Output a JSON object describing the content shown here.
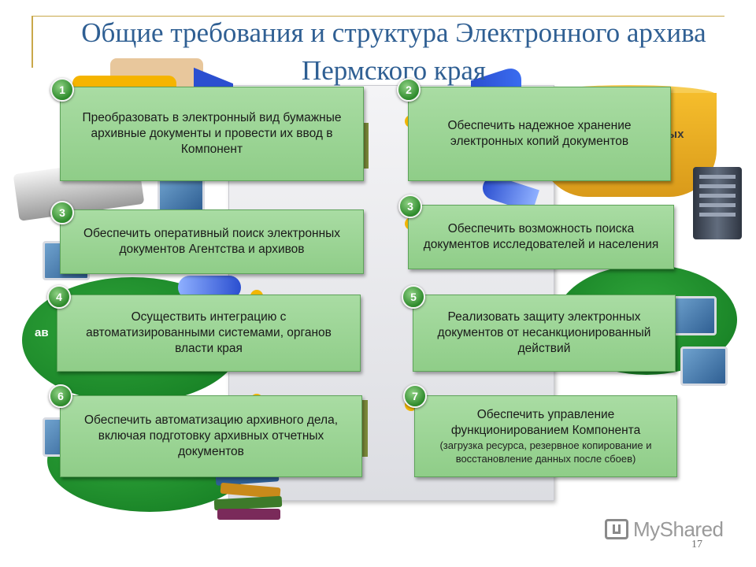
{
  "slide": {
    "title": "Общие требования и структура Электронного архива Пермского края",
    "page_number": "17",
    "logo_text": "MyShared",
    "background_fragments": {
      "cylinder_label": "онных",
      "left_label": "ав"
    }
  },
  "cards": [
    {
      "badge": "1",
      "text": "Преобразовать в электронный вид бумажные архивные документы и провести их ввод в  Компонент"
    },
    {
      "badge": "2",
      "text": "Обеспечить надежное хранение электронных копий документов"
    },
    {
      "badge": "3",
      "text": "Обеспечить оперативный поиск электронных документов Агентства и архивов"
    },
    {
      "badge": "3",
      "text": "Обеспечить возможность поиска документов исследователей и населения"
    },
    {
      "badge": "4",
      "text": "Осуществить интеграцию с автоматизированными системами, органов власти края"
    },
    {
      "badge": "5",
      "text": "Реализовать защиту электронных документов от несанкционированный действий"
    },
    {
      "badge": "6",
      "text": "Обеспечить автоматизацию архивного дела, включая подготовку архивных отчетных документов"
    },
    {
      "badge": "7",
      "text": "Обеспечить управление функционированием Компонента",
      "subtext": "(загрузка ресурса, резервное копирование и восстановление данных после сбоев)"
    }
  ],
  "colors": {
    "title": "#2f5f93",
    "card_fill": "#9fd699",
    "badge": "#2d8a2b",
    "accent_gold": "#c9a84a"
  }
}
